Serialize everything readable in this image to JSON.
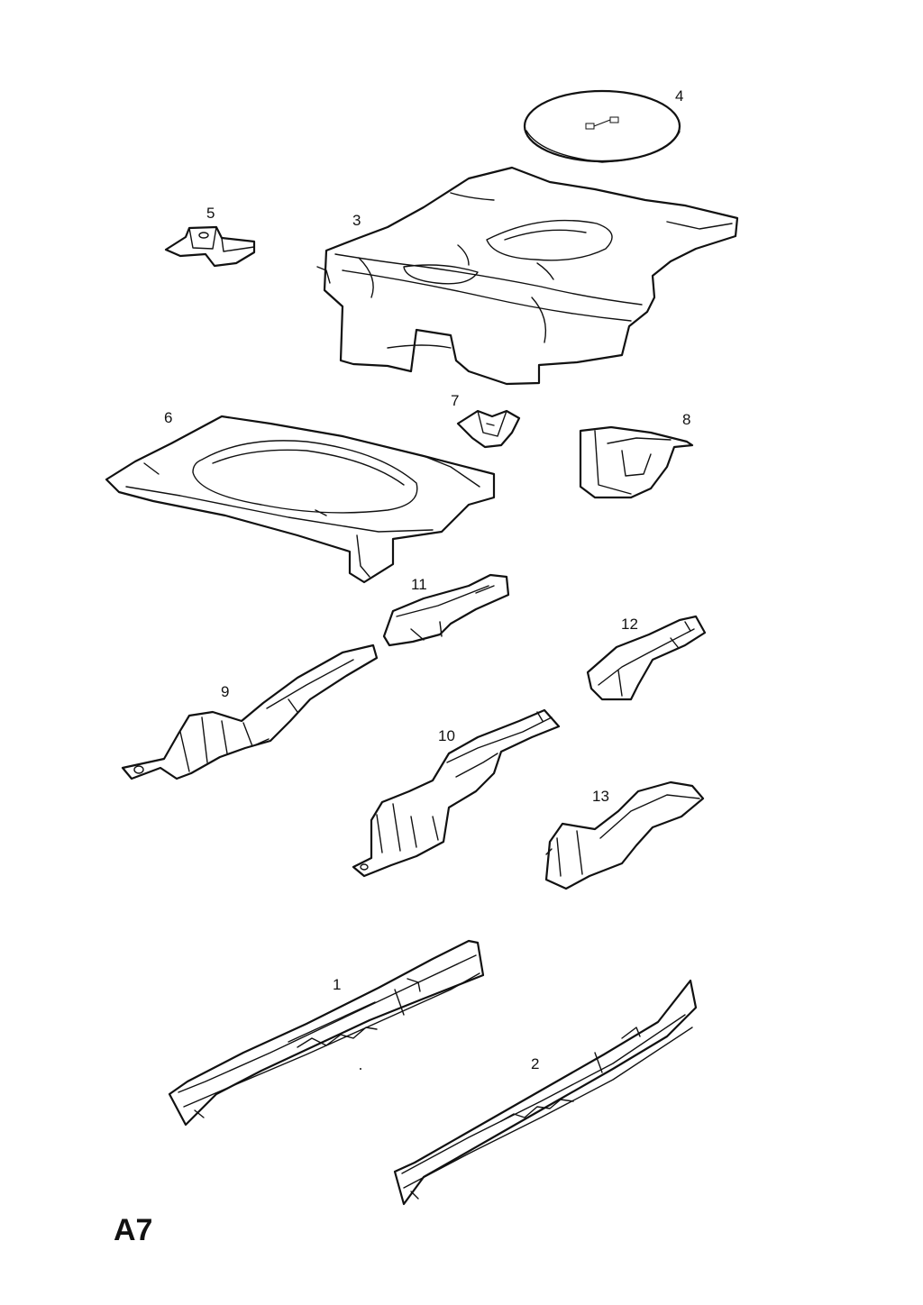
{
  "diagram": {
    "code": "A7",
    "callouts": [
      "1",
      "2",
      "3",
      "4",
      "5",
      "6",
      "7",
      "8",
      "9",
      "10",
      "11",
      "12",
      "13"
    ]
  },
  "colors": {
    "line": "#111111",
    "background": "#ffffff"
  }
}
